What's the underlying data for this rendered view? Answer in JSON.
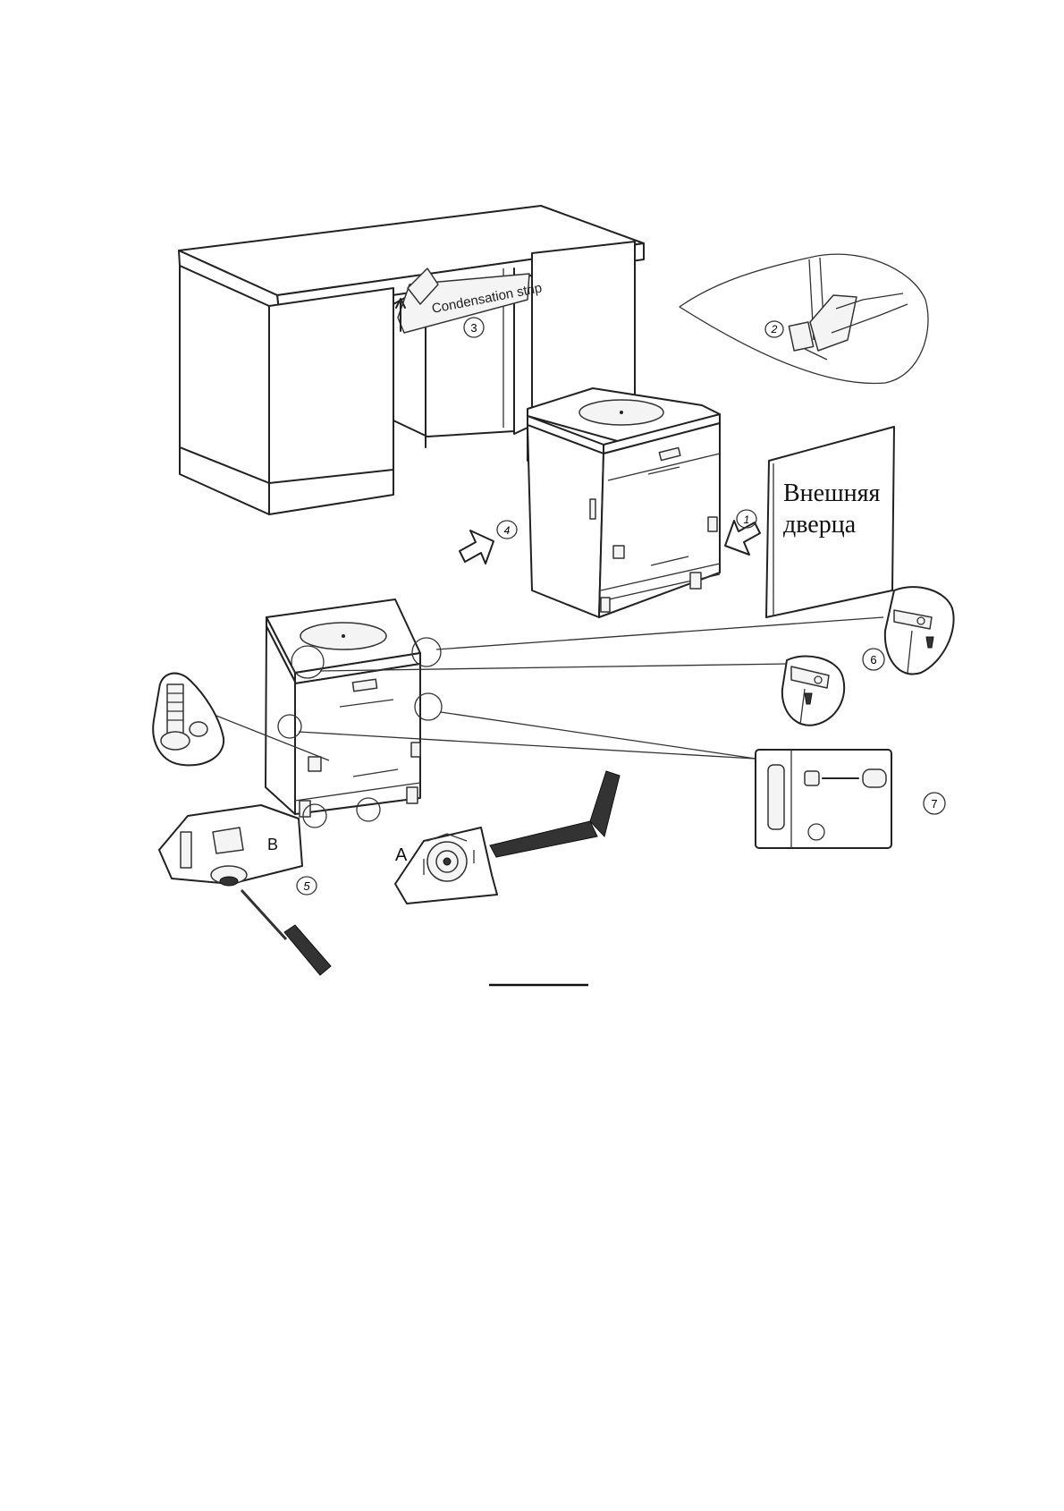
{
  "labels": {
    "condensation_strip": "Condensation strip",
    "outer_door_line1": "Внешняя",
    "outer_door_line2": "дверца",
    "letter_a": "A",
    "letter_b": "B"
  },
  "steps": [
    "1",
    "2",
    "3",
    "4",
    "5",
    "6",
    "7"
  ]
}
